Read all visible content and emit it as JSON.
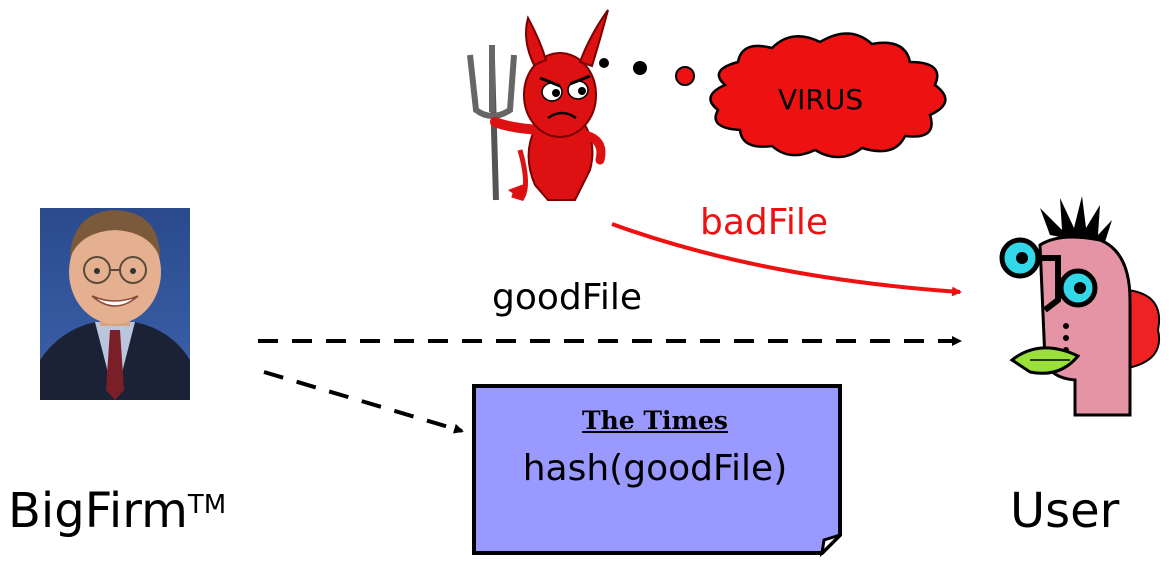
{
  "diagram": {
    "bigfirm": {
      "name": "BigFirm",
      "trademark": "TM"
    },
    "user": {
      "label": "User"
    },
    "attacker": {
      "thought": "VIRUS"
    },
    "edges": {
      "good_file": "goodFile",
      "bad_file": "badFile"
    },
    "newspaper": {
      "title": "The Times",
      "content": "hash(goodFile)"
    },
    "colors": {
      "attack": "#ee1111",
      "newspaper_fill": "#9999ff",
      "devil": "#dd1111"
    }
  }
}
